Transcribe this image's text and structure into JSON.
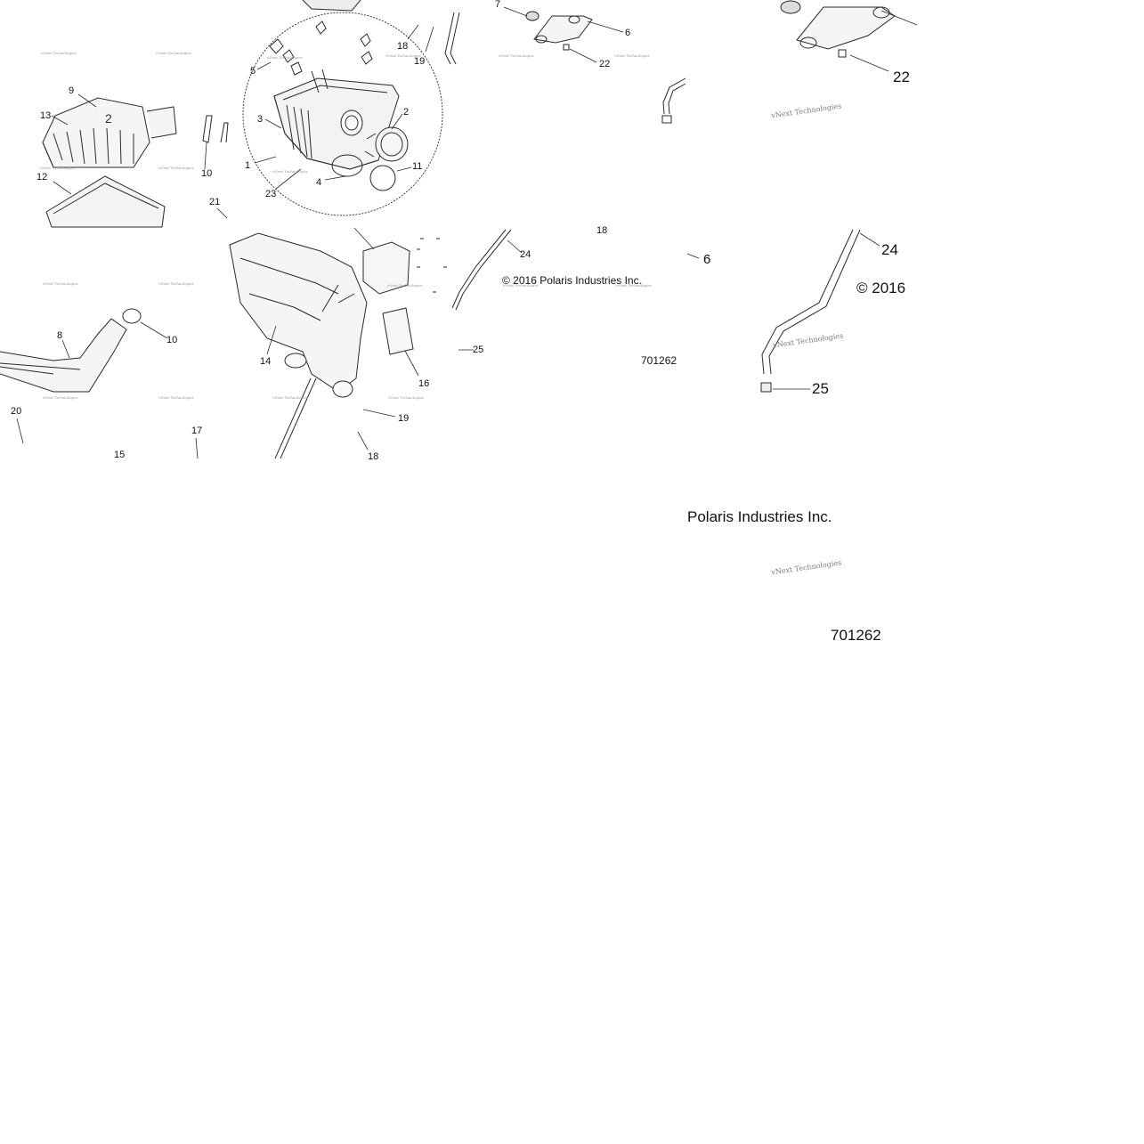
{
  "diagram": {
    "callouts_left": [
      {
        "id": "c9",
        "text": "9"
      },
      {
        "id": "c13",
        "text": "13"
      },
      {
        "id": "c12",
        "text": "12"
      },
      {
        "id": "c10a",
        "text": "10"
      },
      {
        "id": "c5",
        "text": "5"
      },
      {
        "id": "c3",
        "text": "3"
      },
      {
        "id": "c1",
        "text": "1"
      },
      {
        "id": "c23",
        "text": "23"
      },
      {
        "id": "c4",
        "text": "4"
      },
      {
        "id": "c2",
        "text": "2"
      },
      {
        "id": "c11",
        "text": "11"
      },
      {
        "id": "c18a",
        "text": "18"
      },
      {
        "id": "c19a",
        "text": "19"
      },
      {
        "id": "c21",
        "text": "21"
      },
      {
        "id": "c8",
        "text": "8"
      },
      {
        "id": "c10b",
        "text": "10"
      },
      {
        "id": "c14",
        "text": "14"
      },
      {
        "id": "c16",
        "text": "16"
      },
      {
        "id": "c19b",
        "text": "19"
      },
      {
        "id": "c18b",
        "text": "18"
      },
      {
        "id": "c20",
        "text": "20"
      },
      {
        "id": "c17",
        "text": "17"
      },
      {
        "id": "c15",
        "text": "15"
      },
      {
        "id": "c7",
        "text": "7"
      },
      {
        "id": "c6a",
        "text": "6"
      },
      {
        "id": "c22a",
        "text": "22"
      },
      {
        "id": "c24a",
        "text": "24"
      },
      {
        "id": "c25a",
        "text": "25"
      },
      {
        "id": "c18c",
        "text": "18"
      },
      {
        "id": "c6b",
        "text": "6"
      }
    ],
    "callouts_right": [
      {
        "id": "c22b",
        "text": "22"
      },
      {
        "id": "c24b",
        "text": "24"
      },
      {
        "id": "c25b",
        "text": "25"
      }
    ],
    "copyright_small": "© 2016 Polaris Industries Inc.",
    "part_number_small": "701262",
    "copyright_large": "© 2016",
    "company_large": "Polaris Industries Inc.",
    "part_number_large": "701262",
    "watermark_text": "vNext Technologies"
  },
  "colors": {
    "line": "#2a2a2a",
    "background": "#ffffff",
    "watermark": "#7a7a7a"
  }
}
